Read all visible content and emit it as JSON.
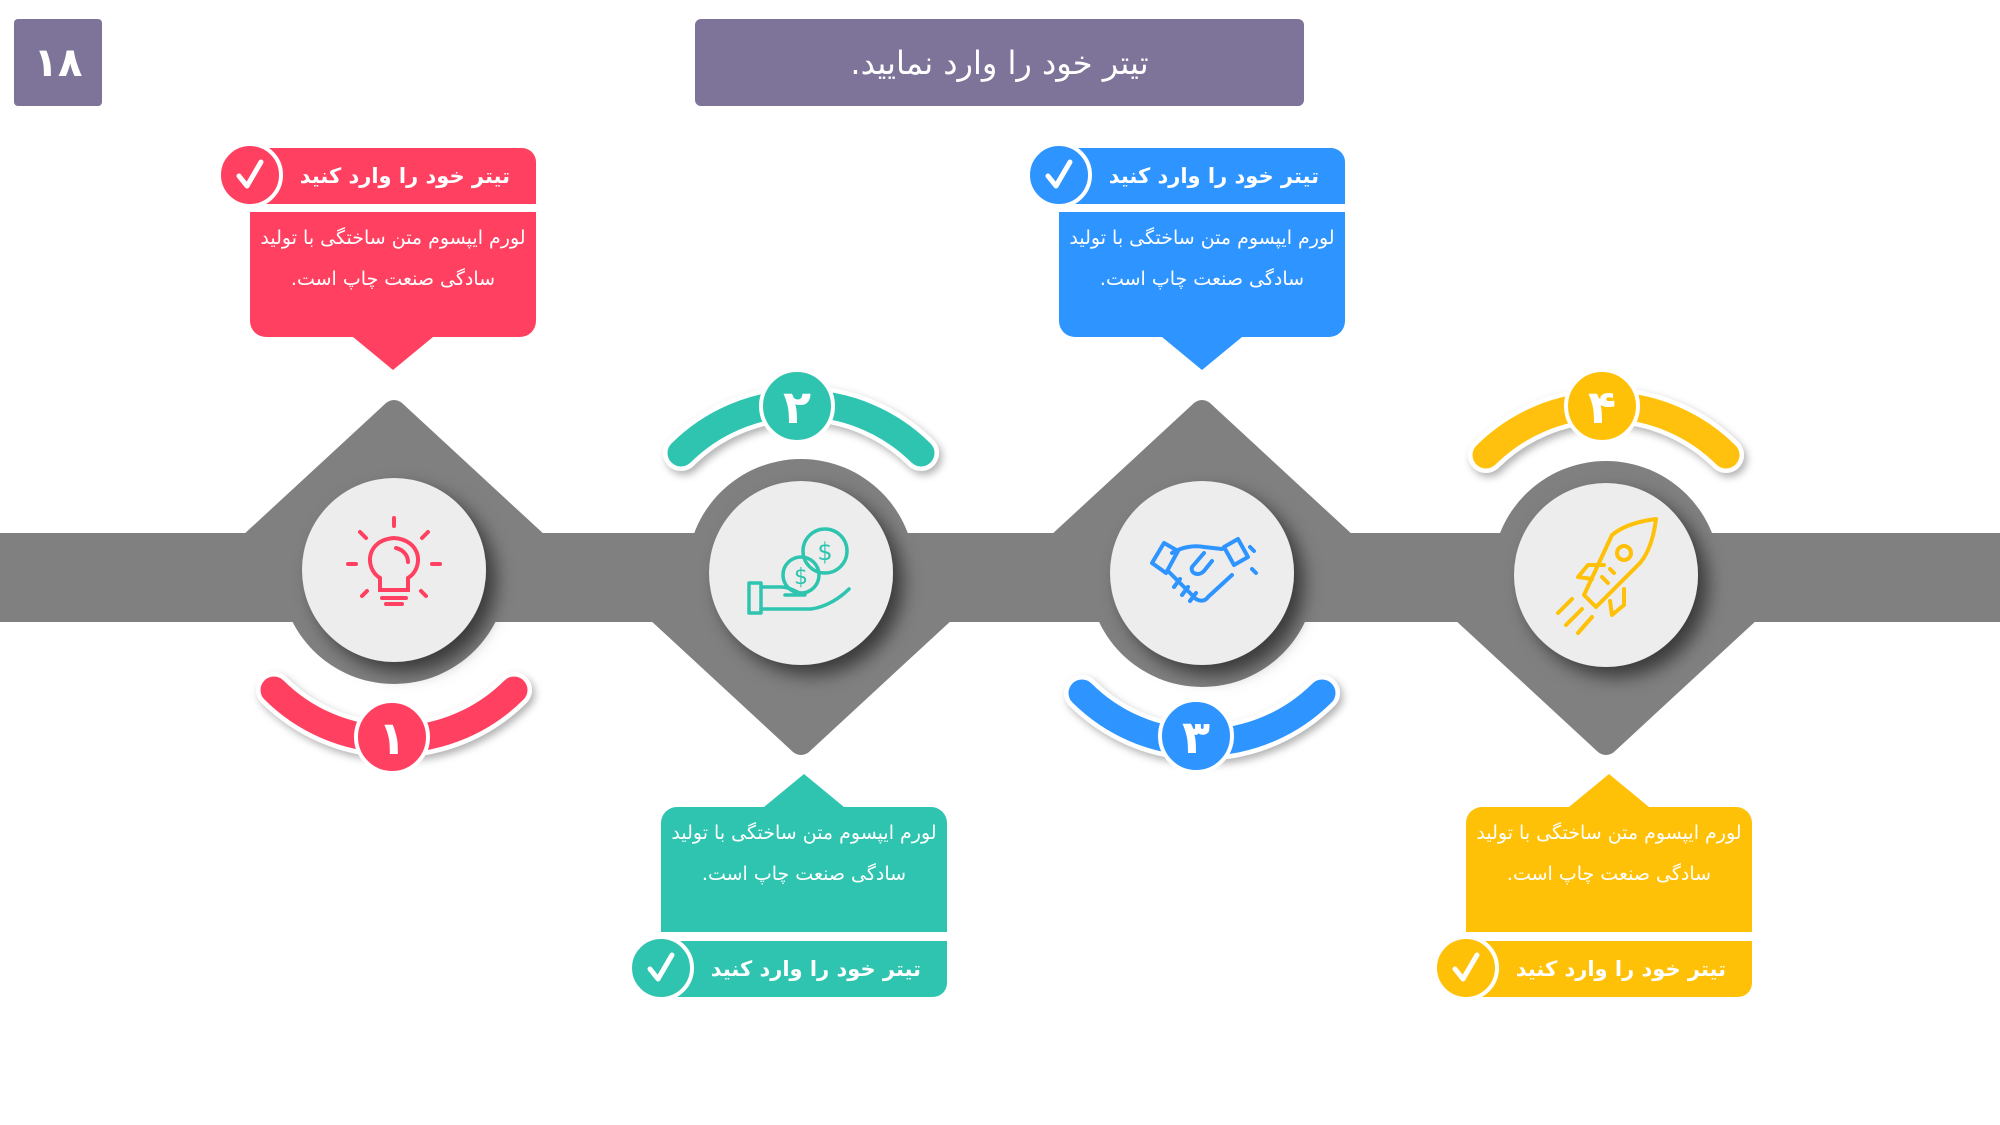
{
  "slide_number": "۱۸",
  "title": "تیتر خود را وارد نمایید.",
  "colors": {
    "red": "#ff4060",
    "teal": "#2ec4b0",
    "blue": "#2e94ff",
    "yellow": "#ffc107",
    "header": "#7e7398",
    "band": "#808080",
    "circle": "#ededed"
  },
  "steps": [
    {
      "number": "۱",
      "icon": "lightbulb-icon",
      "title": "تیتر خود را وارد کنید",
      "body": "لورم ایپسوم متن ساختگی با تولید سادگی صنعت چاپ است."
    },
    {
      "number": "۲",
      "icon": "money-hand-icon",
      "title": "تیتر خود را وارد کنید",
      "body": "لورم ایپسوم متن ساختگی با تولید سادگی صنعت چاپ است."
    },
    {
      "number": "۳",
      "icon": "handshake-icon",
      "title": "تیتر خود را وارد کنید",
      "body": "لورم ایپسوم متن ساختگی با تولید سادگی صنعت چاپ است."
    },
    {
      "number": "۴",
      "icon": "rocket-icon",
      "title": "تیتر خود را وارد کنید",
      "body": "لورم ایپسوم متن ساختگی با تولید سادگی صنعت چاپ است."
    }
  ]
}
